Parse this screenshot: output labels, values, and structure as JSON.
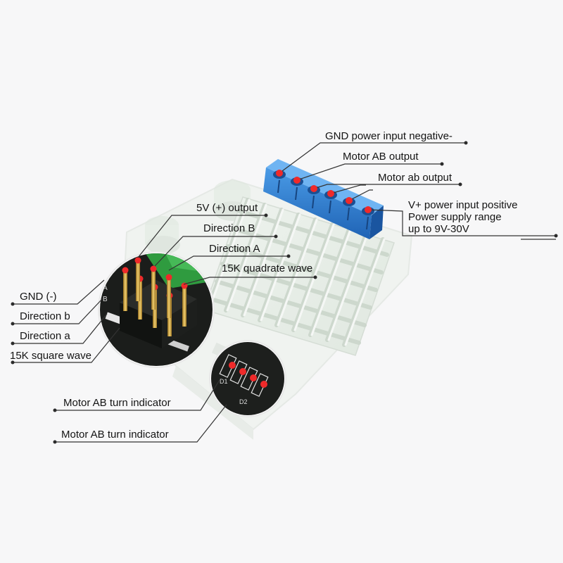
{
  "labels": {
    "gnd_power_input": "GND power input negative-",
    "motor_AB_output": "Motor AB output",
    "motor_ab_output": "Motor ab output",
    "vplus_line1": "V+ power input positive",
    "vplus_line2": "Power supply range",
    "vplus_line3": "up to 9V-30V",
    "five_v_output": "5V (+) output",
    "direction_B": "Direction B",
    "direction_A": "Direction A",
    "quadrate_wave": "15K quadrate wave",
    "gnd_minus": "GND (-)",
    "direction_b": "Direction b",
    "direction_a": "Direction a",
    "square_wave": "15K square wave",
    "turn_indicator_1": "Motor AB turn indicator",
    "turn_indicator_2": "Motor AB turn indicator"
  },
  "colors": {
    "background": "#f7f7f8",
    "board": "#f1f4f0",
    "heatsink": "#e7eee7",
    "terminal_block": "#2f7fd3",
    "marker_dot": "#ef2a2a",
    "leader_line": "#333333",
    "zoom_background": "#1b1d1b",
    "pin_gold": "#c9a03c",
    "pcb_green": "#2f9b3f"
  },
  "icons": {
    "terminal_block": "blue-screw-terminal-block",
    "pin_header": "gold-pin-header",
    "heatsink": "aluminium-heatsink",
    "led_row": "smd-led-row"
  }
}
